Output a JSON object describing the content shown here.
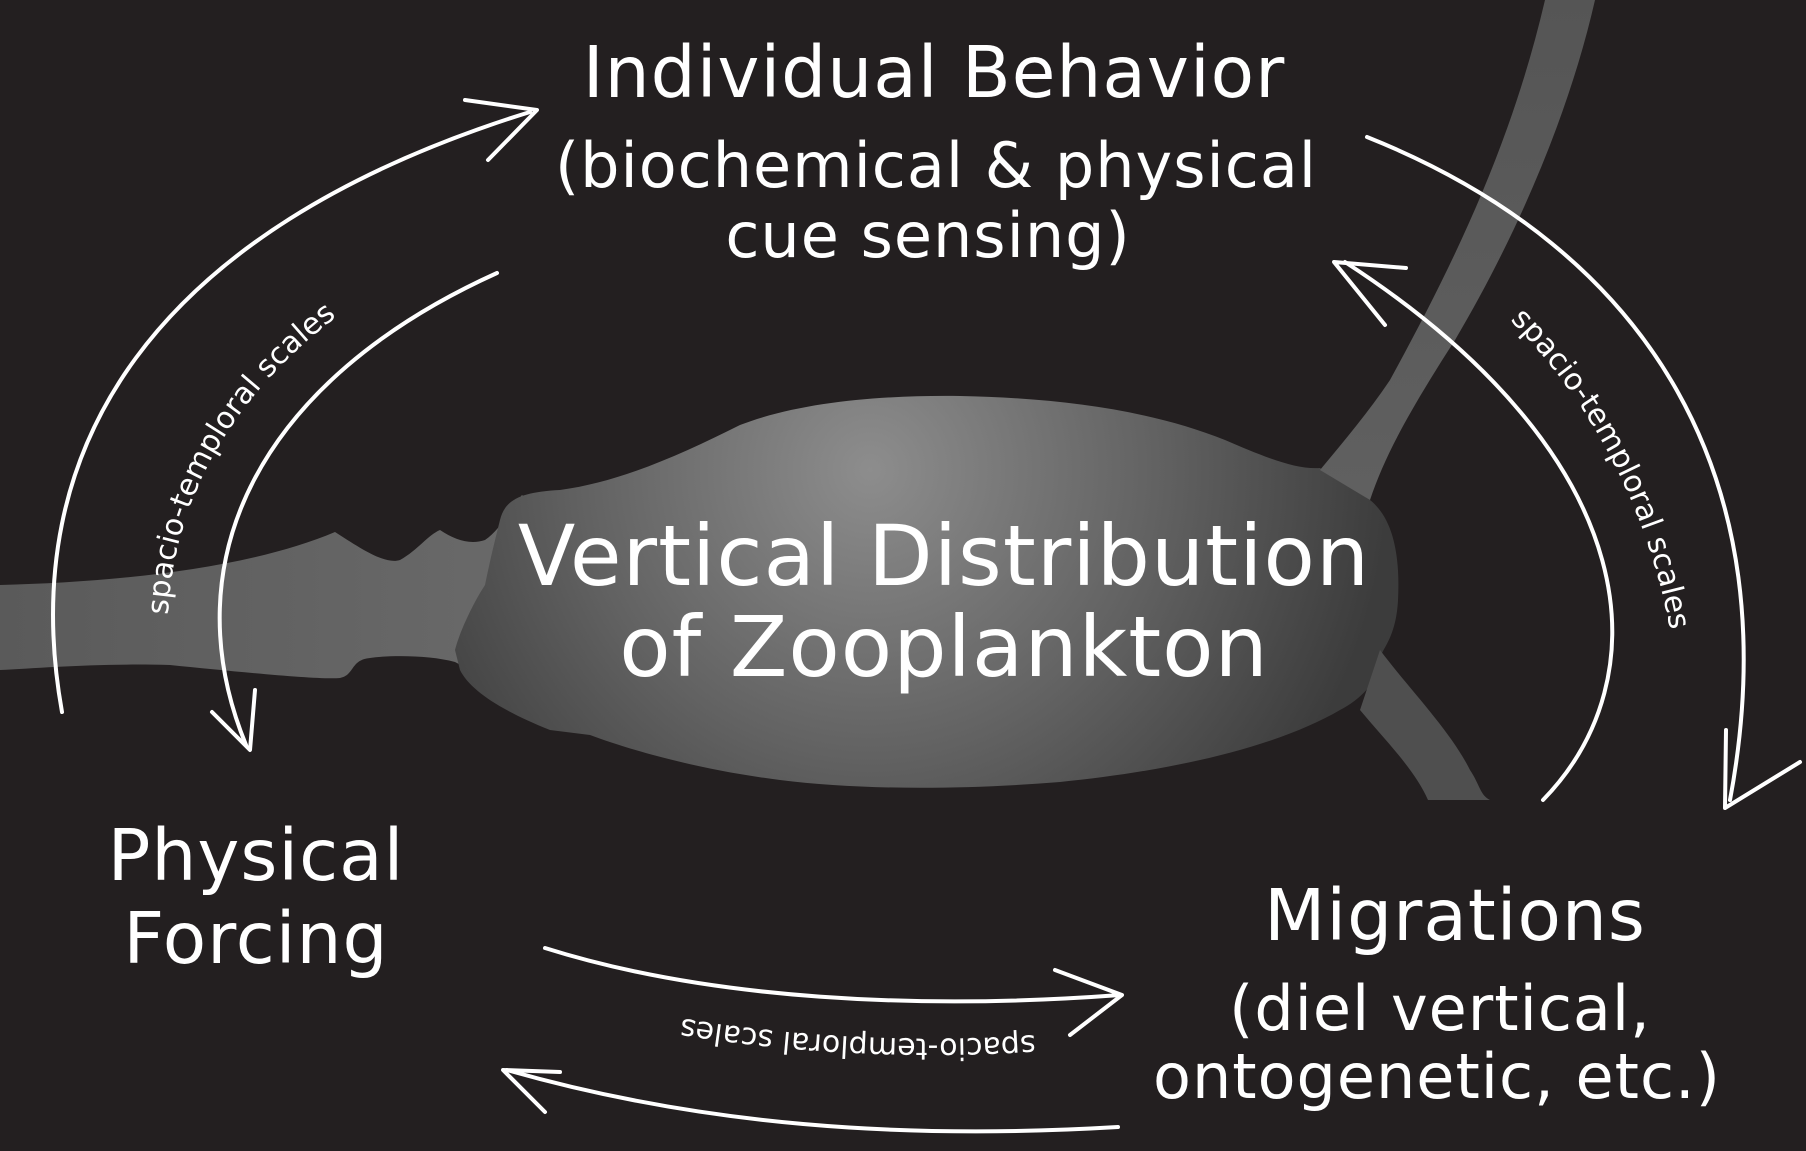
{
  "diagram": {
    "center": {
      "line1": "Vertical Distribution",
      "line2": "of Zooplankton"
    },
    "nodes": {
      "individual_behavior": {
        "title": "Individual Behavior",
        "sub_line1": "(biochemical & physical",
        "sub_line2": "cue sensing)"
      },
      "physical_forcing": {
        "line1": "Physical",
        "line2": "Forcing"
      },
      "migrations": {
        "title": "Migrations",
        "sub_line1": "(diel vertical,",
        "sub_line2": "ontogenetic, etc.)"
      }
    },
    "edge_labels": {
      "left": "spacio-temploral scales",
      "right": "spacio-temploral scales",
      "bottom": "spacio-temploral scales"
    },
    "colors": {
      "background": "#231f20",
      "text": "#ffffff",
      "silhouette_light": "#8a8a8a",
      "silhouette_dark": "#4a4a4a"
    }
  }
}
